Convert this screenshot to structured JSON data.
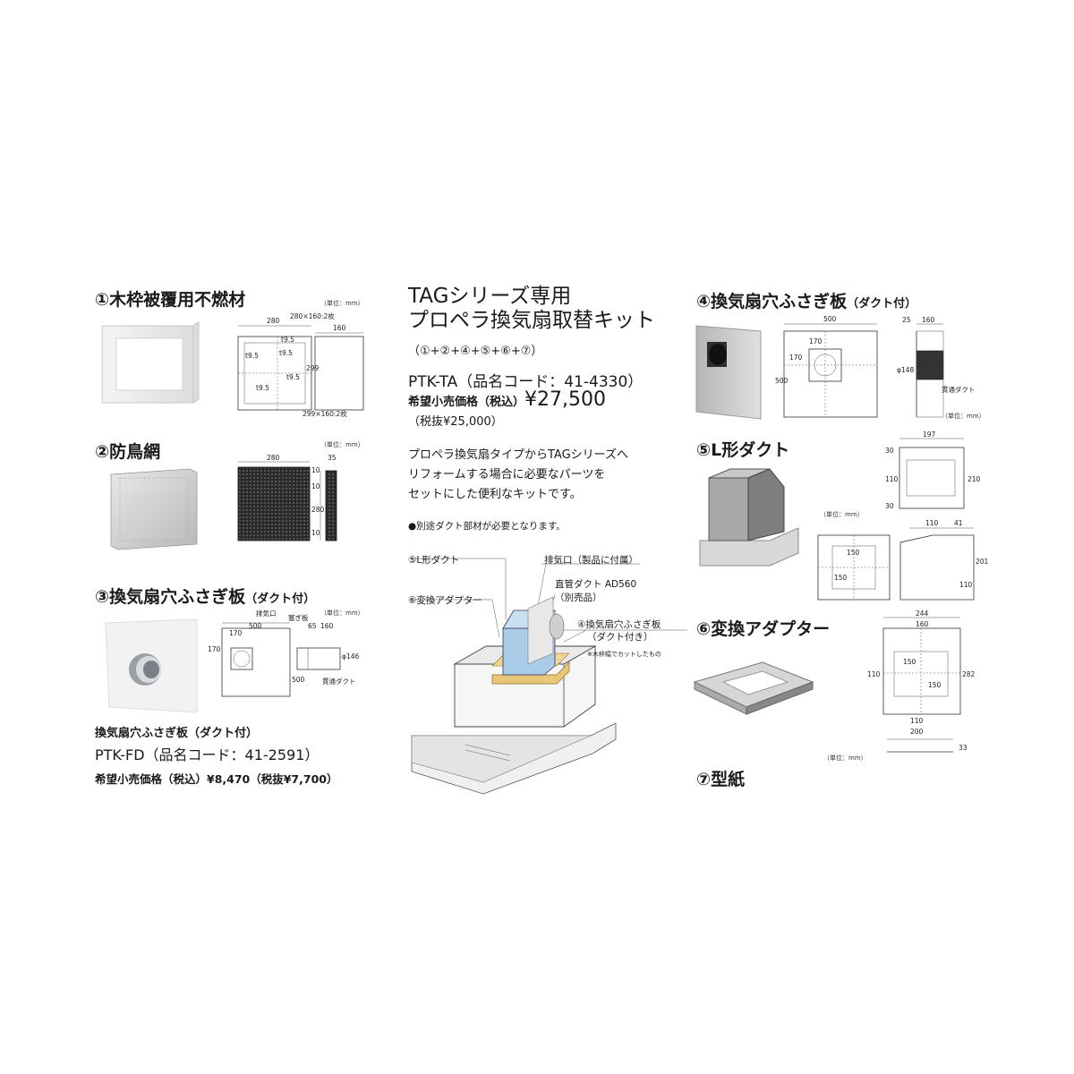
{
  "sections": {
    "s1": {
      "title": "①木枠被覆用不燃材",
      "unit": "（単位：mm）",
      "dims": {
        "w280": "280",
        "size1": "280×160:2枚",
        "d160": "160",
        "t95a": "t9.5",
        "t95b": "t9.5",
        "t95c": "t9.5",
        "t95d": "t9.5",
        "t95e": "t9.5",
        "h299": "299",
        "size2": "299×160:2枚"
      }
    },
    "s2": {
      "title": "②防鳥網",
      "unit": "（単位：mm）",
      "dims": {
        "w280": "280",
        "d35": "35",
        "d10a": "10",
        "d10b": "10",
        "h280": "280",
        "d10c": "10"
      }
    },
    "s3": {
      "title": "③換気扇穴ふさぎ板",
      "title_sub": "（ダクト付）",
      "unit": "（単位：mm）",
      "dims": {
        "exhaust": "排気口",
        "cover": "塞ぎ板",
        "w500": "500",
        "w170": "170",
        "d65": "65",
        "d160": "160",
        "h170": "170",
        "h500": "500",
        "phi": "φ146",
        "duct": "貫通ダクト"
      },
      "product_label": "換気扇穴ふさぎ板（ダクト付）",
      "model": "PTK-FD（品名コード：41-2591）",
      "price": "希望小売価格（税込）¥8,470（税抜¥7,700）"
    },
    "s4": {
      "title": "④換気扇穴ふさぎ板",
      "title_sub": "（ダクト付）",
      "unit": "（単位：mm）",
      "dims": {
        "w500": "500",
        "w170": "170",
        "h170": "170",
        "h500": "500",
        "d25": "25",
        "d160": "160",
        "phi": "φ148",
        "duct": "貫通ダクト"
      }
    },
    "s5": {
      "title": "⑤L形ダクト",
      "unit": "（単位：mm）",
      "dims": {
        "w197": "197",
        "d30a": "30",
        "d110a": "110",
        "d30b": "30",
        "h210": "210",
        "w110": "110",
        "d41": "41",
        "w150": "150",
        "h150": "150",
        "h110": "110",
        "h201": "201"
      }
    },
    "s6": {
      "title": "⑥変換アダプター",
      "unit": "（単位：mm）",
      "dims": {
        "w244": "244",
        "w160": "160",
        "w150": "150",
        "h110": "110",
        "h150": "150",
        "h282": "282",
        "w110": "110",
        "w200": "200",
        "d33": "33"
      }
    },
    "s7": {
      "title": "⑦型紙"
    }
  },
  "kit": {
    "title_line1": "TAGシリーズ専用",
    "title_line2": "プロペラ換気扇取替キット",
    "parts": "（①+②+④+⑤+⑥+⑦）",
    "model": "PTK-TA（品名コード：41-4330）",
    "price_label": "希望小売価格（税込）",
    "price_value": "¥27,500",
    "price_ex": "（税抜¥25,000）",
    "desc1": "プロペラ換気扇タイプからTAGシリーズへ",
    "desc2": "リフォームする場合に必要なパーツを",
    "desc3": "セットにした便利なキットです。",
    "note": "●別途ダクト部材が必要となります。",
    "diagram": {
      "l_duct": "⑤L形ダクト",
      "adapter": "⑥変換アダプター",
      "exhaust": "排気口（製品に付属）",
      "straight_duct": "直管ダクト AD560",
      "separate": "（別売品）",
      "cover_plate": "④換気扇穴ふさぎ板",
      "with_duct": "（ダクト付き）",
      "cut_note": "※木枠幅でカットしたもの"
    }
  }
}
